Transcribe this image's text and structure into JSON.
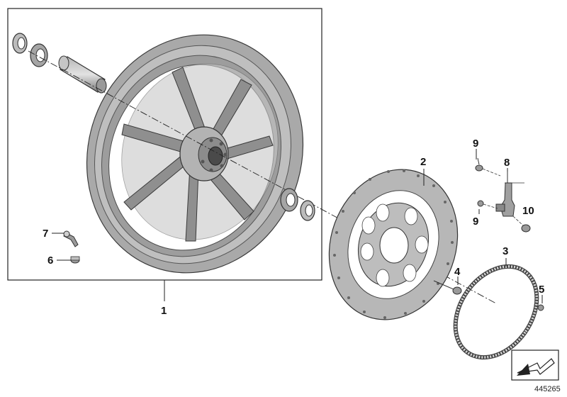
{
  "callouts": [
    {
      "id": "1",
      "label": "1"
    },
    {
      "id": "2",
      "label": "2"
    },
    {
      "id": "3",
      "label": "3"
    },
    {
      "id": "4",
      "label": "4"
    },
    {
      "id": "5",
      "label": "5"
    },
    {
      "id": "6",
      "label": "6"
    },
    {
      "id": "7",
      "label": "7"
    },
    {
      "id": "8",
      "label": "8"
    },
    {
      "id": "9a",
      "label": "9"
    },
    {
      "id": "9b",
      "label": "9"
    },
    {
      "id": "10",
      "label": "10"
    }
  ],
  "diagram_code": "445265",
  "colors": {
    "part_light": "#c9c9c9",
    "part_mid": "#9c9c9c",
    "part_dark": "#6e6e6e",
    "outline": "#3a3a3a"
  },
  "icons": {
    "orientation": "arrow-left-down-icon"
  }
}
